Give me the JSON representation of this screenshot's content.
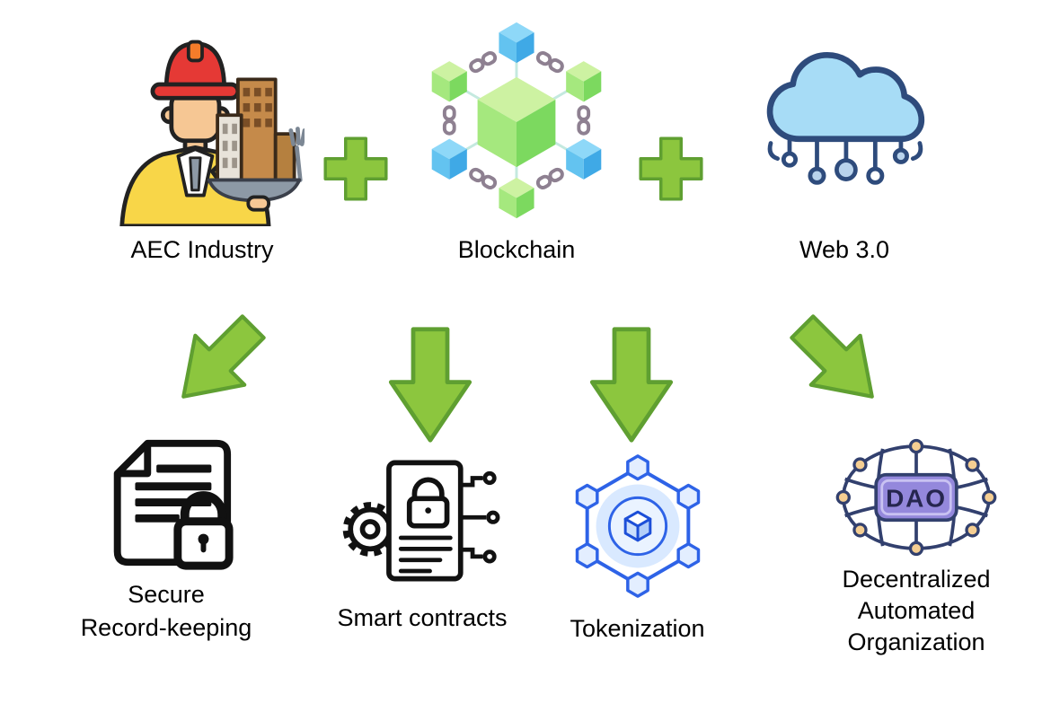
{
  "background": "#ffffff",
  "equation": {
    "operator": "+",
    "terms": [
      {
        "label": "AEC Industry",
        "icon": "construction-worker-buildings-icon"
      },
      {
        "label": "Blockchain",
        "icon": "blockchain-cubes-chain-icon"
      },
      {
        "label": "Web 3.0",
        "icon": "cloud-network-icon"
      }
    ]
  },
  "outcomes": [
    {
      "label_lines": [
        "Secure",
        "Record-keeping"
      ],
      "icon": "secure-document-lock-icon"
    },
    {
      "label_lines": [
        "Smart contracts"
      ],
      "icon": "smart-contract-gear-icon"
    },
    {
      "label_lines": [
        "Tokenization"
      ],
      "icon": "token-cube-network-icon"
    },
    {
      "label_lines": [
        "Decentralized",
        "Automated",
        "Organization"
      ],
      "icon": "dao-network-badge-icon",
      "badge": "DAO"
    }
  ],
  "colors": {
    "arrow_fill": "#8CC63E",
    "arrow_stroke": "#5F9F31",
    "blockchain_blue": "#63C3F0",
    "blockchain_green": "#A5E87E",
    "chain_gray": "#8E8091",
    "cloud_fill": "#A7DCF6",
    "cloud_stroke": "#2E4B7C",
    "token_blue": "#2E63E7",
    "dao_badge_fill": "#9488DC",
    "dao_node_fill": "#F5CE92",
    "outline_black": "#111111"
  }
}
